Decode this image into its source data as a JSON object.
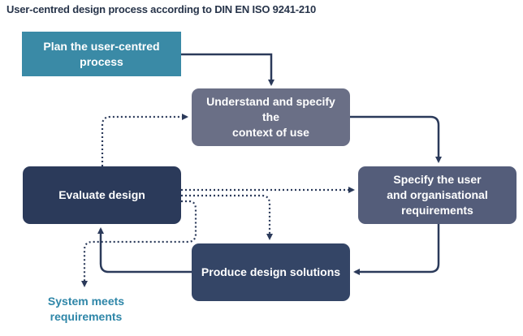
{
  "title": "User-centred design process according to DIN EN ISO 9241-210",
  "nodes": {
    "plan": "Plan the user-centred\nprocess",
    "understand": "Understand and specify the\ncontext of use",
    "specify": "Specify the user\nand organisational\nrequirements",
    "evaluate": "Evaluate design",
    "produce": "Produce design solutions"
  },
  "outcome": "System meets\nrequirements",
  "colors": {
    "plan": "#3a8aa6",
    "understand": "#6a6f86",
    "specify": "#545d7a",
    "evaluate": "#2b3a5a",
    "produce": "#344566",
    "outcome_text": "#2e86a8",
    "edge": "#2b3a5a"
  }
}
